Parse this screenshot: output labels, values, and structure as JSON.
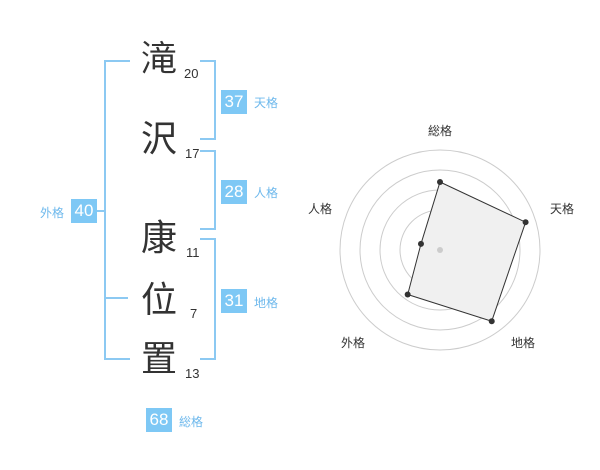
{
  "name": {
    "characters": [
      {
        "char": "滝",
        "strokes": "20"
      },
      {
        "char": "沢",
        "strokes": "17"
      },
      {
        "char": "康",
        "strokes": "11"
      },
      {
        "char": "位",
        "strokes": "7"
      },
      {
        "char": "置",
        "strokes": "13"
      }
    ]
  },
  "fortunes": {
    "tenkaku": {
      "value": "37",
      "label": "天格"
    },
    "jinkaku": {
      "value": "28",
      "label": "人格"
    },
    "chikaku": {
      "value": "31",
      "label": "地格"
    },
    "gaikaku": {
      "value": "40",
      "label": "外格"
    },
    "soukaku": {
      "value": "68",
      "label": "総格"
    }
  },
  "radar": {
    "axes": [
      "総格",
      "天格",
      "地格",
      "外格",
      "人格"
    ],
    "values": [
      0.68,
      0.9,
      0.88,
      0.55,
      0.2
    ],
    "colors": {
      "fill": "#f0f0f0",
      "line": "#333333",
      "grid": "#cccccc",
      "point": "#333333",
      "center": "#cccccc"
    }
  },
  "colors": {
    "accent": "#7ec8f5",
    "bracket": "#8cc9f2",
    "label": "#6db8ec"
  }
}
